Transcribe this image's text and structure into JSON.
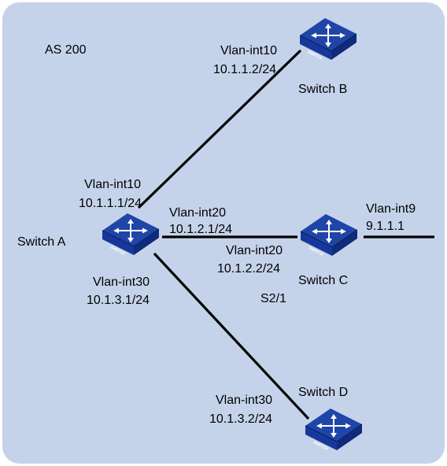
{
  "diagram": {
    "as_label": "AS 200",
    "switch_badge": "SWITCH",
    "colors": {
      "panel": "#c5d3ea",
      "switch_top": "#1f45a8",
      "switch_side": "#0f2b7a",
      "switch_front": "#17389a",
      "link": "#000000"
    },
    "switches": {
      "a": {
        "name": "Switch A"
      },
      "b": {
        "name": "Switch B"
      },
      "c": {
        "name": "Switch C"
      },
      "d": {
        "name": "Switch D"
      }
    },
    "interfaces": {
      "b_vlan": "Vlan-int10",
      "b_ip": "10.1.1.2/24",
      "a_to_b_vlan": "Vlan-int10",
      "a_to_b_ip": "10.1.1.1/24",
      "a_to_c_vlan": "Vlan-int20",
      "a_to_c_ip": "10.1.2.1/24",
      "c_vlan": "Vlan-int20",
      "c_ip": "10.1.2.2/24",
      "c_ext_vlan": "Vlan-int9",
      "c_ext_ip": "9.1.1.1",
      "c_port": "S2/1",
      "a_to_d_vlan": "Vlan-int30",
      "a_to_d_ip": "10.1.3.1/24",
      "d_vlan": "Vlan-int30",
      "d_ip": "10.1.3.2/24"
    }
  }
}
